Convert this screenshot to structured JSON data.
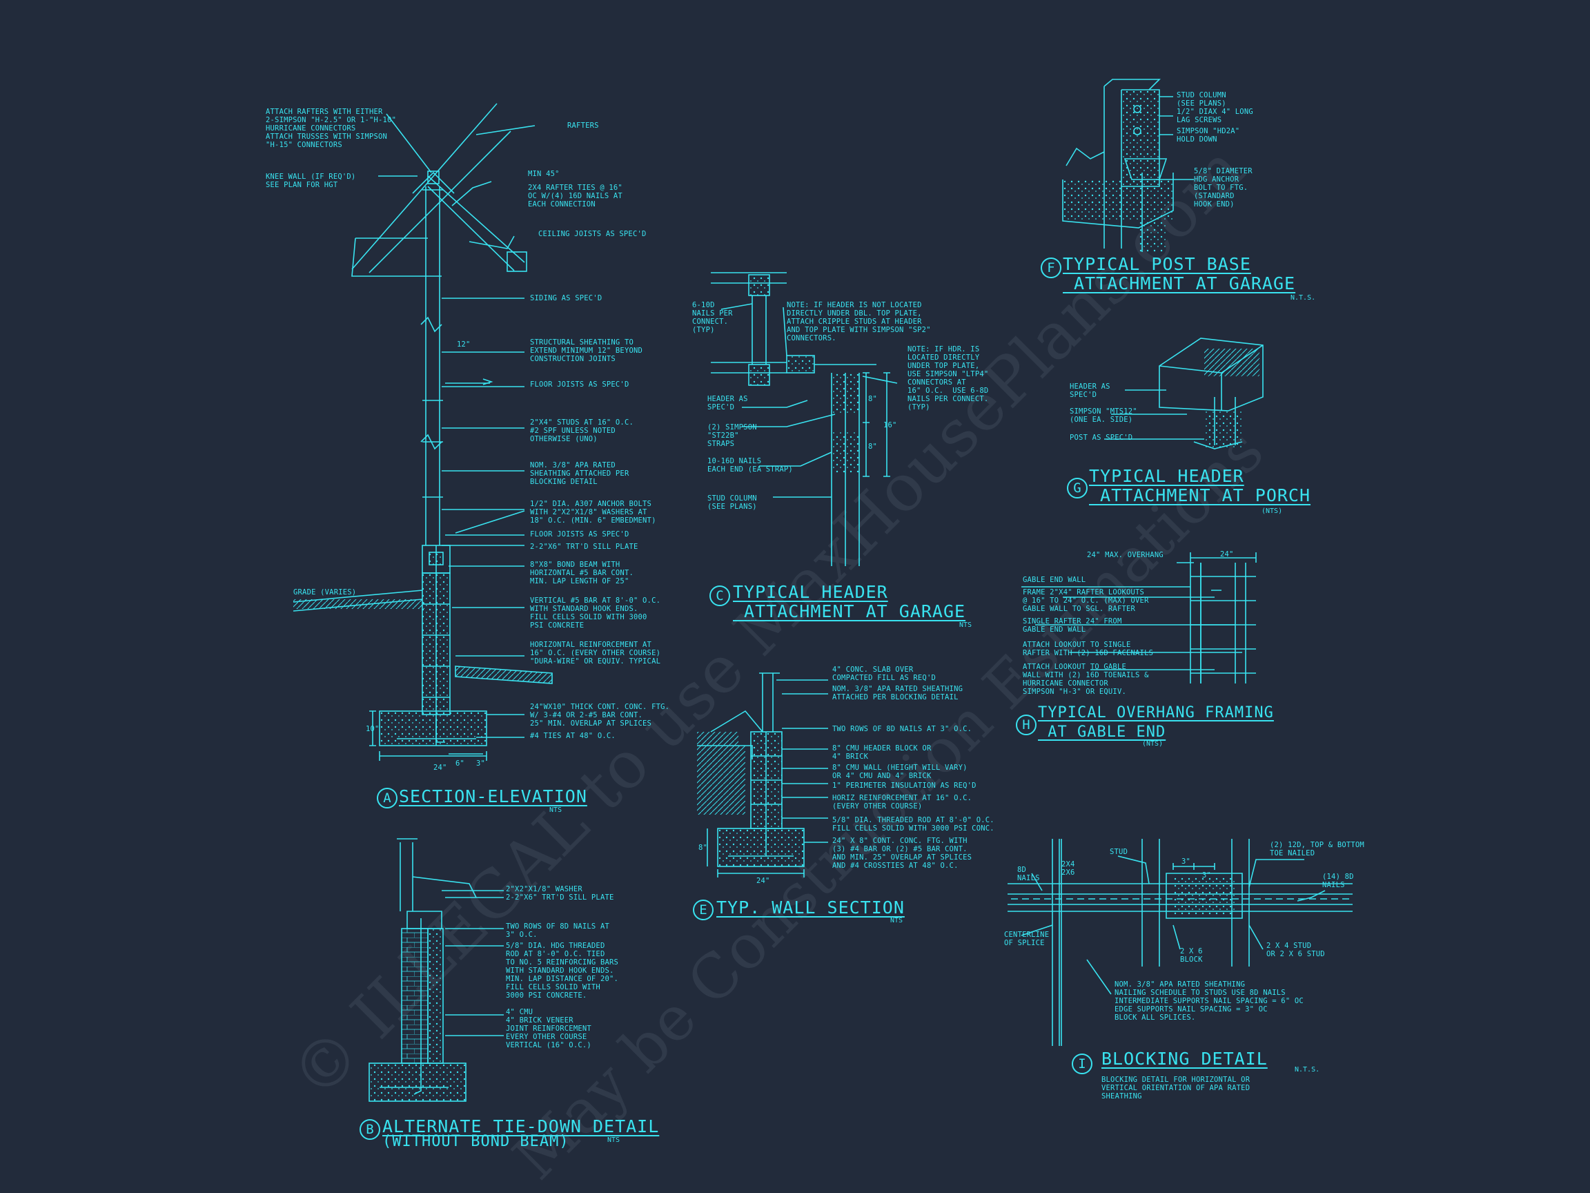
{
  "watermark": {
    "line1": "© ILLEGAL to use MaxHousePlans.com",
    "line2": "May be Construction Estimations"
  },
  "detail_a": {
    "bubble": "A",
    "title": "SECTION-ELEVATION",
    "scale": "NTS",
    "notes": {
      "rafter_attach": "ATTACH RAFTERS WITH EITHER\n2-SIMPSON \"H-2.5\" OR 1-\"H-10\"\nHURRICANE CONNECTORS\nATTACH TRUSSES WITH SIMPSON\n\"H-15\" CONNECTORS",
      "rafters": "RAFTERS",
      "knee_wall": "KNEE WALL (IF REQ'D)\nSEE PLAN FOR HGT",
      "min45": "MIN 45°",
      "rafter_ties": "2x4 RAFTER TIES @ 16\"\nOC W/(4) 16d NAILS AT\nEACH CONNECTION",
      "ceiling_joists": "CEILING JOISTS AS SPEC'D",
      "siding": "SIDING AS SPEC'D",
      "sheathing": "STRUCTURAL SHEATHING TO\nEXTEND MINIMUM 12\" BEYOND\nCONSTRUCTION JOINTS",
      "floor_joists_1": "FLOOR JOISTS AS SPEC'D",
      "studs": "2\"x4\" STUDS AT 16\" O.C.\n#2 SPF UNLESS NOTED\nOTHERWISE (UNO)",
      "apa": "NOM. 3/8\" APA RATED\nSHEATHING ATTACHED PER\nBLOCKING DETAIL",
      "anchor_bolts": "1/2\" DIA. A307 ANCHOR BOLTS\nWITH 2\"x2\"x1/8\" WASHERS AT\n18\" O.C. (MIN. 6\" EMBEDMENT)",
      "floor_joists_2": "FLOOR JOISTS AS SPEC'D",
      "sill_plate": "2-2\"x6\" TRT'D SILL PLATE",
      "bond_beam": "8\"x8\" BOND BEAM WITH\nHORIZONTAL #5 BAR CONT.\nMIN. LAP LENGTH OF 25\"",
      "vertical_bar": "VERTICAL #5 BAR AT 8'-0\" O.C.\nWITH STANDARD HOOK ENDS.\nFILL CELLS SOLID WITH 3000\nPSI CONCRETE",
      "horiz_reinf": "HORIZONTAL REINFORCEMENT AT\n16\" O.C. (EVERY OTHER COURSE)\n\"DURA-WIRE\" OR EQUIV. TYPICAL",
      "footing": "24\"Wx10\" THICK CONT. CONC. FTG.\nW/ 3-#4 OR 2-#5 BAR CONT.\n25\" MIN. OVERLAP AT SPLICES",
      "ties": "#4 TIES AT 48\" O.C.",
      "grade": "GRADE (VARIES)",
      "dim_24": "24\"",
      "dim_10": "10\"",
      "dim_6": "6\"",
      "dim_12": "12\"",
      "dim_3": "3\""
    }
  },
  "detail_b": {
    "bubble": "B",
    "title": "ALTERNATE TIE-DOWN DETAIL",
    "subtitle": "(WITHOUT BOND BEAM)",
    "scale": "NTS",
    "notes": {
      "washer": "2\"x2\"x1/8\" WASHER\n2-2\"x6\" TRT'D SILL PLATE",
      "nails": "TWO ROWS OF 8d NAILS AT\n3\" O.C.",
      "rod": "5/8\" DIA. HDG THREADED\nROD AT 8'-0\" O.C. TIED\nTO NO. 5 REINFORCING BARS\nWITH STANDARD HOOK ENDS.\nMIN. LAP DISTANCE OF 20\".\nFILL CELLS SOLID WITH\n3000 PSI CONCRETE.",
      "veneer": "4\" CMU\n4\" BRICK VENEER\nJOINT REINFORCEMENT\nEVERY OTHER COURSE\nVERTICAL (16\" O.C.)"
    }
  },
  "detail_c": {
    "bubble": "C",
    "title": "TYPICAL HEADER\n ATTACHMENT AT GARAGE",
    "scale": "NTS",
    "notes": {
      "nails": "6-10d\nNAILS PER\nCONNECT.\n(TYP)",
      "note1": "NOTE: IF HEADER IS NOT LOCATED\nDIRECTLY UNDER DBL. TOP PLATE,\nATTACH CRIPPLE STUDS AT HEADER\nAND TOP PLATE WITH SIMPSON \"SP2\"\nCONNECTORS.",
      "note2": "NOTE: IF HDR. IS\nLOCATED DIRECTLY\nUNDER TOP PLATE,\nUSE SIMPSON \"LTP4\"\nCONNECTORS AT\n16\" O.C.  USE 6-8d\nNAILS PER CONNECT.\n(TYP)",
      "header": "HEADER AS\nSPEC'D",
      "straps": "(2) SIMPSON\n\"ST22B\"\nSTRAPS",
      "nails16": "10-16d NAILS\nEACH END (EA STRAP)",
      "stud_col": "STUD COLUMN\n(SEE PLANS)",
      "dim_8a": "8\"",
      "dim_8b": "8\"",
      "dim_16": "16\""
    }
  },
  "detail_e": {
    "bubble": "E",
    "title": "TYP. WALL SECTION",
    "scale": "NTS",
    "notes": {
      "slab": "4\" CONC. SLAB OVER\nCOMPACTED FILL AS REQ'D",
      "apa": "NOM. 3/8\" APA RATED SHEATHING\nATTACHED PER BLOCKING DETAIL",
      "nails": "TWO ROWS OF 8d NAILS AT 3\" O.C.",
      "header_block": "8\" CMU HEADER BLOCK OR\n4\" BRICK",
      "cmu_wall": "8\" CMU WALL (HEIGHT WILL VARY)\nOR 4\" CMU AND 4\" BRICK",
      "insulation": "1\" PERIMETER INSULATION AS REQ'D",
      "horiz": "HORIZ REINFORCEMENT AT 16\" O.C.\n(EVERY OTHER COURSE)",
      "rod": "5/8\" DIA. THREADED ROD AT 8'-0\" O.C.\nFILL CELLS SOLID WITH 3000 PSI CONC.",
      "footing": "24\" x 8\" CONT. CONC. FTG. WITH\n(3) #4 BAR OR (2) #5 BAR CONT.\nAND MIN. 25\" OVERLAP AT SPLICES\nAND #4 CROSSTIES AT 48\" O.C.",
      "dim_24": "24\"",
      "dim_8": "8\""
    }
  },
  "detail_f": {
    "bubble": "F",
    "title": "TYPICAL POST BASE\n ATTACHMENT AT GARAGE",
    "scale": "N.T.S.",
    "notes": {
      "stud_col": "STUD COLUMN\n(SEE PLANS)",
      "lag": "1/2\" DIAx 4\" LONG\nLAG SCREWS",
      "hd": "SIMPSON \"HD2A\"\nHOLD DOWN",
      "anchor": "5/8\" DIAMETER\nHDG ANCHOR\nBOLT TO FTG.\n(STANDARD\nHOOK END)"
    }
  },
  "detail_g": {
    "bubble": "G",
    "title": "TYPICAL HEADER\n ATTACHMENT AT PORCH",
    "scale": "(NTS)",
    "notes": {
      "header": "HEADER AS\nSPEC'D",
      "mts": "SIMPSON \"MTS12\"\n(ONE EA. SIDE)",
      "post": "POST AS SPEC'D"
    }
  },
  "detail_h": {
    "bubble": "H",
    "title": "TYPICAL OVERHANG FRAMING\n AT GABLE END",
    "scale": "(NTS)",
    "notes": {
      "overhang": "24\" MAX. OVERHANG",
      "dim_24": "24\"",
      "gable": "GABLE END WALL",
      "frame": "FRAME 2\"x4\" RAFTER LOOKOUTS\n@ 16\" TO 24\" O.C. (MAX) OVER\nGABLE WALL TO SGL. RAFTER",
      "single": "SINGLE RAFTER 24\" FROM\nGABLE END WALL",
      "attach1": "ATTACH LOOKOUT TO SINGLE\nRAFTER WITH (2) 16d FACENAILS",
      "attach2": "ATTACH LOOKOUT TO GABLE\nWALL WITH (2) 16d TOENAILS &\nHURRICANE CONNECTOR\nSIMPSON \"H-3\" OR EQUIV."
    }
  },
  "detail_i": {
    "bubble": "I",
    "title": "BLOCKING DETAIL",
    "scale": "N.T.S.",
    "description": "BLOCKING DETAIL FOR HORIZONTAL OR\nVERTICAL ORIENTATION OF APA RATED\nSHEATHING",
    "notes": {
      "nails8d": "8d\nNAILS",
      "sz2x4": "2X4\n2X6",
      "stud": "STUD",
      "toe": "(2) 12d, TOP & BOTTOM\nTOE NAILED",
      "nails14": "(14) 8d\nNAILS",
      "dim_3a": "3\"",
      "dim_3b": "3\"",
      "centerline": "CENTERLINE\nOF SPLICE",
      "block": "2 X 6\nBLOCK",
      "stud2": "2 X 4 STUD\nOR 2 X 6 STUD",
      "apa": "NOM. 3/8\" APA RATED SHEATHING\nNAILING SCHEDULE TO STUDS USE 8d NAILS\nINTERMEDIATE SUPPORTS NAIL SPACING = 6\" OC\nEDGE SUPPORTS NAIL SPACING = 3\" OC\nBLOCK ALL SPLICES."
    }
  }
}
